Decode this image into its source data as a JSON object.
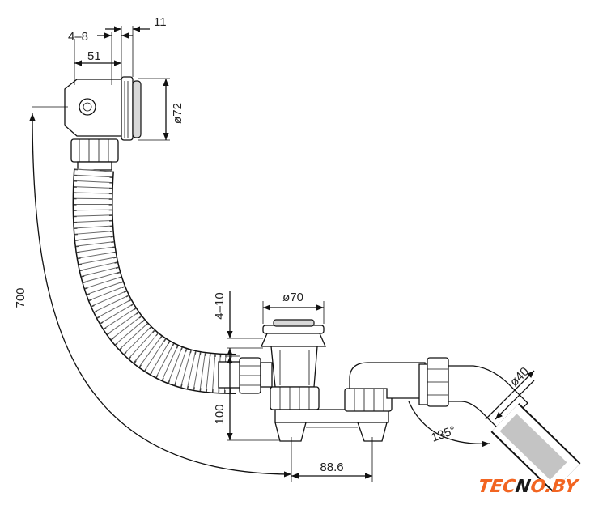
{
  "dimensions": {
    "d1": "4–8",
    "d2": "11",
    "d3": "51",
    "d4": "ø72",
    "d5": "700",
    "d6": "4–10",
    "d7": "ø70",
    "d8": "100",
    "d9": "88.6",
    "d10": "135°",
    "d11": "ø40"
  },
  "logo": {
    "part1": "TEC",
    "part2": "N",
    "part3": "O.BY"
  },
  "colors": {
    "logo_orange": "#f26522",
    "logo_dark": "#1a1a1a",
    "line": "#111111"
  }
}
